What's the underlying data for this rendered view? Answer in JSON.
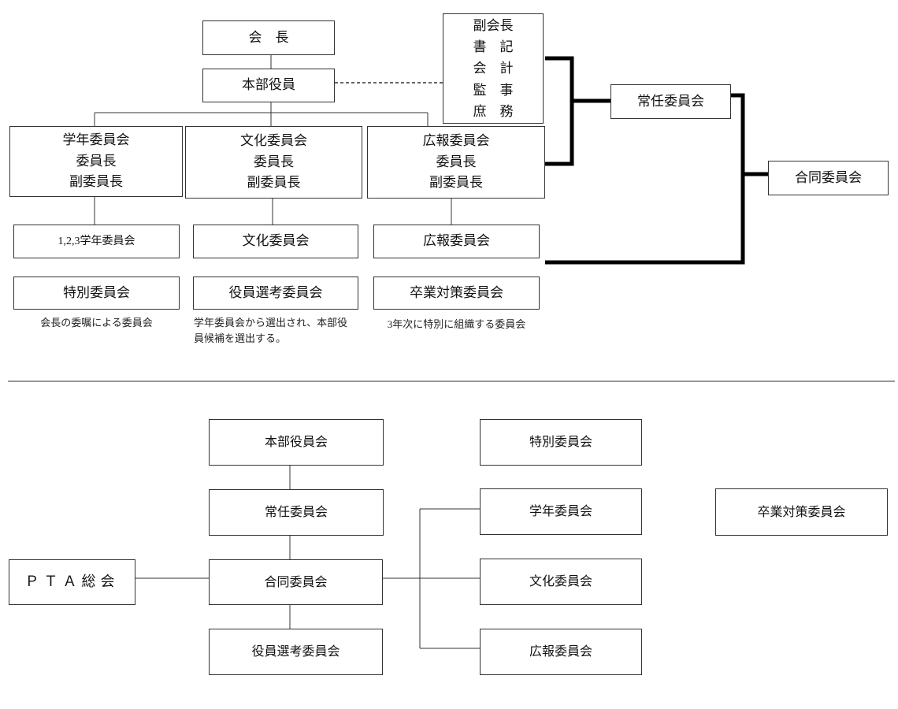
{
  "top": {
    "president": "会　長",
    "executives": "本部役員",
    "officers": [
      "副会長",
      "書　記",
      "会　計",
      "監　事",
      "庶　務"
    ],
    "standing_committee": "常任委員会",
    "joint_committee": "合同委員会",
    "grade_committee": [
      "学年委員会",
      "委員長",
      "副委員長"
    ],
    "culture_committee": [
      "文化委員会",
      "委員長",
      "副委員長"
    ],
    "pr_committee": [
      "広報委員会",
      "委員長",
      "副委員長"
    ],
    "grade_sub": "1,2,3学年委員会",
    "culture_sub": "文化委員会",
    "pr_sub": "広報委員会",
    "special": "特別委員会",
    "election": "役員選考委員会",
    "graduation": "卒業対策委員会",
    "special_note": "会長の委嘱による委員会",
    "election_note": [
      "学年委員会から選出され、本部役",
      "員候補を選出する。"
    ],
    "graduation_note": "3年次に特別に組織する委員会"
  },
  "bottom": {
    "executive_board": "本部役員会",
    "standing_committee": "常任委員会",
    "joint_committee": "合同委員会",
    "election": "役員選考委員会",
    "pta_general": "ＰＴＡ総会",
    "special": "特別委員会",
    "grade": "学年委員会",
    "culture": "文化委員会",
    "pr": "広報委員会",
    "graduation": "卒業対策委員会"
  }
}
